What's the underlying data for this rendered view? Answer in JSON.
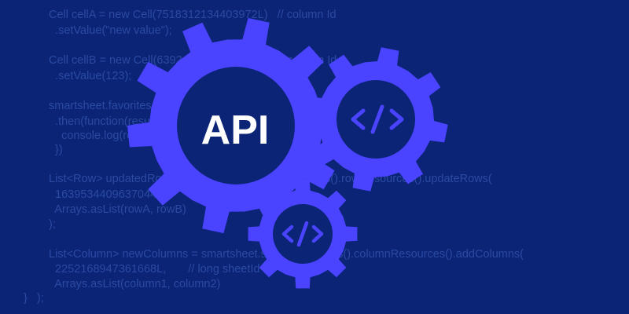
{
  "background": {
    "color": "#0b2476",
    "code_color": "#2b4aa2",
    "code_lines": [
      "Cell cellA = new Cell(7518312134403972L)   // column Id",
      "  .setValue(\"new value\");",
      "",
      "Cell cellB = new Cell(6392412227561348L)   // column Id",
      "  .setValue(123);",
      ")",
      "smartsheet.favorites.addFavorites(body)",
      "  .then(function(result) {",
      "    console.log(result);",
      "  })",
      "",
      "List<Row> updatedRows = smartsheet.sheetResources().rowResources().updateRows(",
      "  1639534409637044L,",
      "  Arrays.asList(rowA, rowB)",
      ");",
      "",
      "List<Column> newColumns = smartsheet.sheetResources().columnResources().addColumns(",
      "  2252168947361668L,       // long sheetId",
      "  Arrays.asList(column1, column2)",
      "}   );"
    ]
  },
  "gears": {
    "color": "#4a43ff",
    "hub_color": "#0b2476",
    "main_label": "API",
    "small_icon": "code-brackets-icon"
  }
}
